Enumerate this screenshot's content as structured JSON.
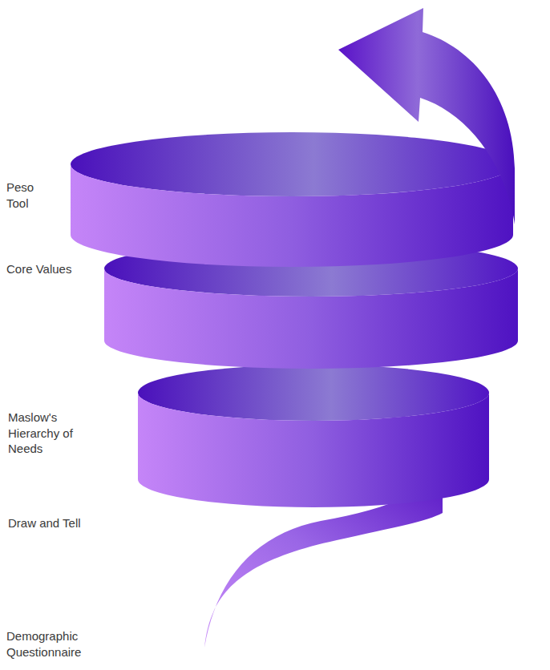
{
  "diagram": {
    "labels": [
      "Peso Tool",
      "Core Values",
      "Maslow's Hierarchy of Needs",
      "Draw and Tell",
      "Demographic Questionnaire"
    ]
  }
}
